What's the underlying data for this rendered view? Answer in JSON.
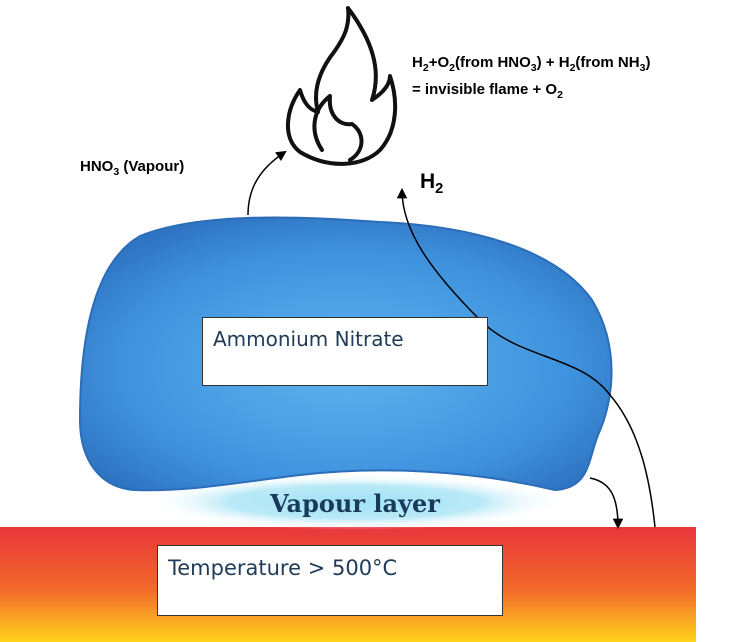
{
  "equation": {
    "line1_parts": [
      "H",
      "2",
      "+O",
      "2",
      "(from HNO",
      "3",
      ") + H",
      "2",
      "(from NH",
      "3",
      ")"
    ],
    "line2_parts": [
      "= invisible flame + O",
      "2"
    ]
  },
  "labels": {
    "hno3": [
      "HNO",
      "3",
      " (Vapour)"
    ],
    "h2": [
      "H",
      "2"
    ],
    "nh3": [
      "NH",
      "3"
    ],
    "vapour_layer": "Vapour layer"
  },
  "boxes": {
    "droplet": "Ammonium Nitrate",
    "surface": "Temperature > 500°C"
  },
  "colors": {
    "droplet_main": "#3d8fdc",
    "droplet_edge": "#2f72c0",
    "surface_top": "#e8383c",
    "surface_bottom": "#ffd21a",
    "vapour_glow": "#7fd4f0"
  },
  "icons": [
    "flame-icon"
  ]
}
